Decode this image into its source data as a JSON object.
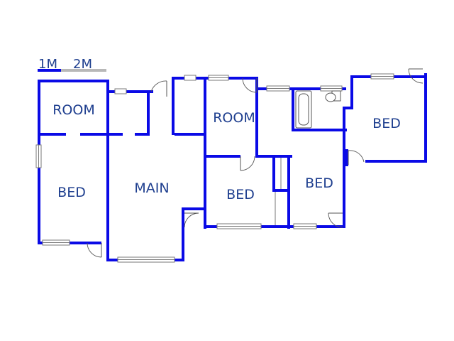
{
  "scale": {
    "label_1m": "1M",
    "label_2m": "2M"
  },
  "rooms": {
    "room_left": "ROOM",
    "bed_left": "BED",
    "main": "MAIN",
    "room_center": "ROOM",
    "bed_center": "BED",
    "bed_center_right": "BED",
    "bed_right": "BED"
  },
  "colors": {
    "wall": "#0a0ae6",
    "label": "#1f3f8f",
    "scale_bar_light": "#b8b8b8"
  }
}
